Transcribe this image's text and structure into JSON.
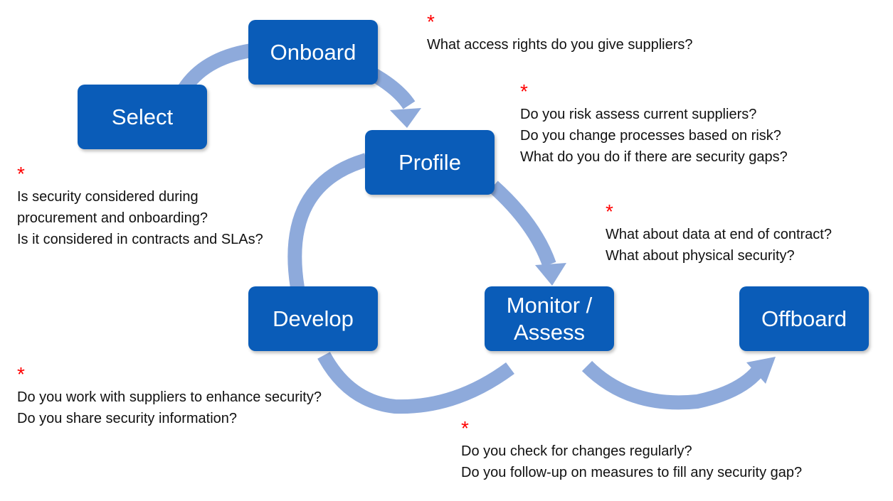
{
  "stages": {
    "select": "Select",
    "onboard": "Onboard",
    "profile": "Profile",
    "monitor_line1": "Monitor /",
    "monitor_line2": "Assess",
    "develop": "Develop",
    "offboard": "Offboard"
  },
  "colors": {
    "stage_fill": "#0a5cb8",
    "arrow": "#8eaadb",
    "marker": "#ff0000"
  },
  "notes": {
    "marker": "*",
    "onboard": [
      "What access rights do you give suppliers?"
    ],
    "profile": [
      "Do you risk assess current suppliers?",
      "Do you change processes based on risk?",
      "What do you do if there are security gaps?"
    ],
    "select": [
      "Is security considered during",
      "procurement and onboarding?",
      "Is it considered in contracts and SLAs?"
    ],
    "offboard": [
      "What about data at end of contract?",
      "What about physical security?"
    ],
    "develop": [
      "Do you work with suppliers to enhance security?",
      "Do you share security information?"
    ],
    "monitor": [
      "Do you check for changes regularly?",
      "Do you follow-up on measures to fill any security gap?"
    ]
  }
}
